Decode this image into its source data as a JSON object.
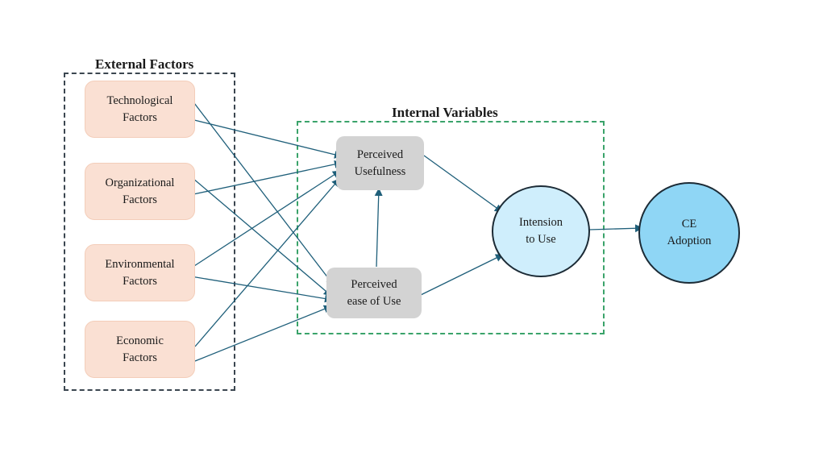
{
  "diagram": {
    "groups": {
      "external": {
        "title": "External Factors",
        "border_color": "#3b4650"
      },
      "internal": {
        "title": "Internal Variables",
        "border_color": "#3aa36a"
      }
    },
    "nodes": {
      "tech": {
        "line1": "Technological",
        "line2": "Factors",
        "group": "external"
      },
      "org": {
        "line1": "Organizational",
        "line2": "Factors",
        "group": "external"
      },
      "env": {
        "line1": "Environmental",
        "line2": "Factors",
        "group": "external"
      },
      "eco": {
        "line1": "Economic",
        "line2": "Factors",
        "group": "external"
      },
      "pu": {
        "line1": "Perceived",
        "line2": "Usefulness",
        "group": "internal"
      },
      "peou": {
        "line1": "Perceived",
        "line2": "ease of Use",
        "group": "internal"
      },
      "itu": {
        "line1": "Intension",
        "line2": "to Use",
        "group": "internal"
      },
      "ce": {
        "line1": "CE",
        "line2": "Adoption",
        "group": "none"
      }
    },
    "edges": [
      {
        "from": "tech",
        "to": "pu"
      },
      {
        "from": "tech",
        "to": "peou"
      },
      {
        "from": "org",
        "to": "pu"
      },
      {
        "from": "org",
        "to": "peou"
      },
      {
        "from": "env",
        "to": "pu"
      },
      {
        "from": "env",
        "to": "peou"
      },
      {
        "from": "eco",
        "to": "pu"
      },
      {
        "from": "eco",
        "to": "peou"
      },
      {
        "from": "peou",
        "to": "pu"
      },
      {
        "from": "pu",
        "to": "itu"
      },
      {
        "from": "peou",
        "to": "itu"
      },
      {
        "from": "itu",
        "to": "ce"
      }
    ],
    "colors": {
      "external_fill": "#fae0d3",
      "internal_fill": "#d3d3d3",
      "intention_fill": "#cfeefc",
      "adoption_fill": "#8fd6f5",
      "arrow": "#1f5f7a"
    }
  }
}
